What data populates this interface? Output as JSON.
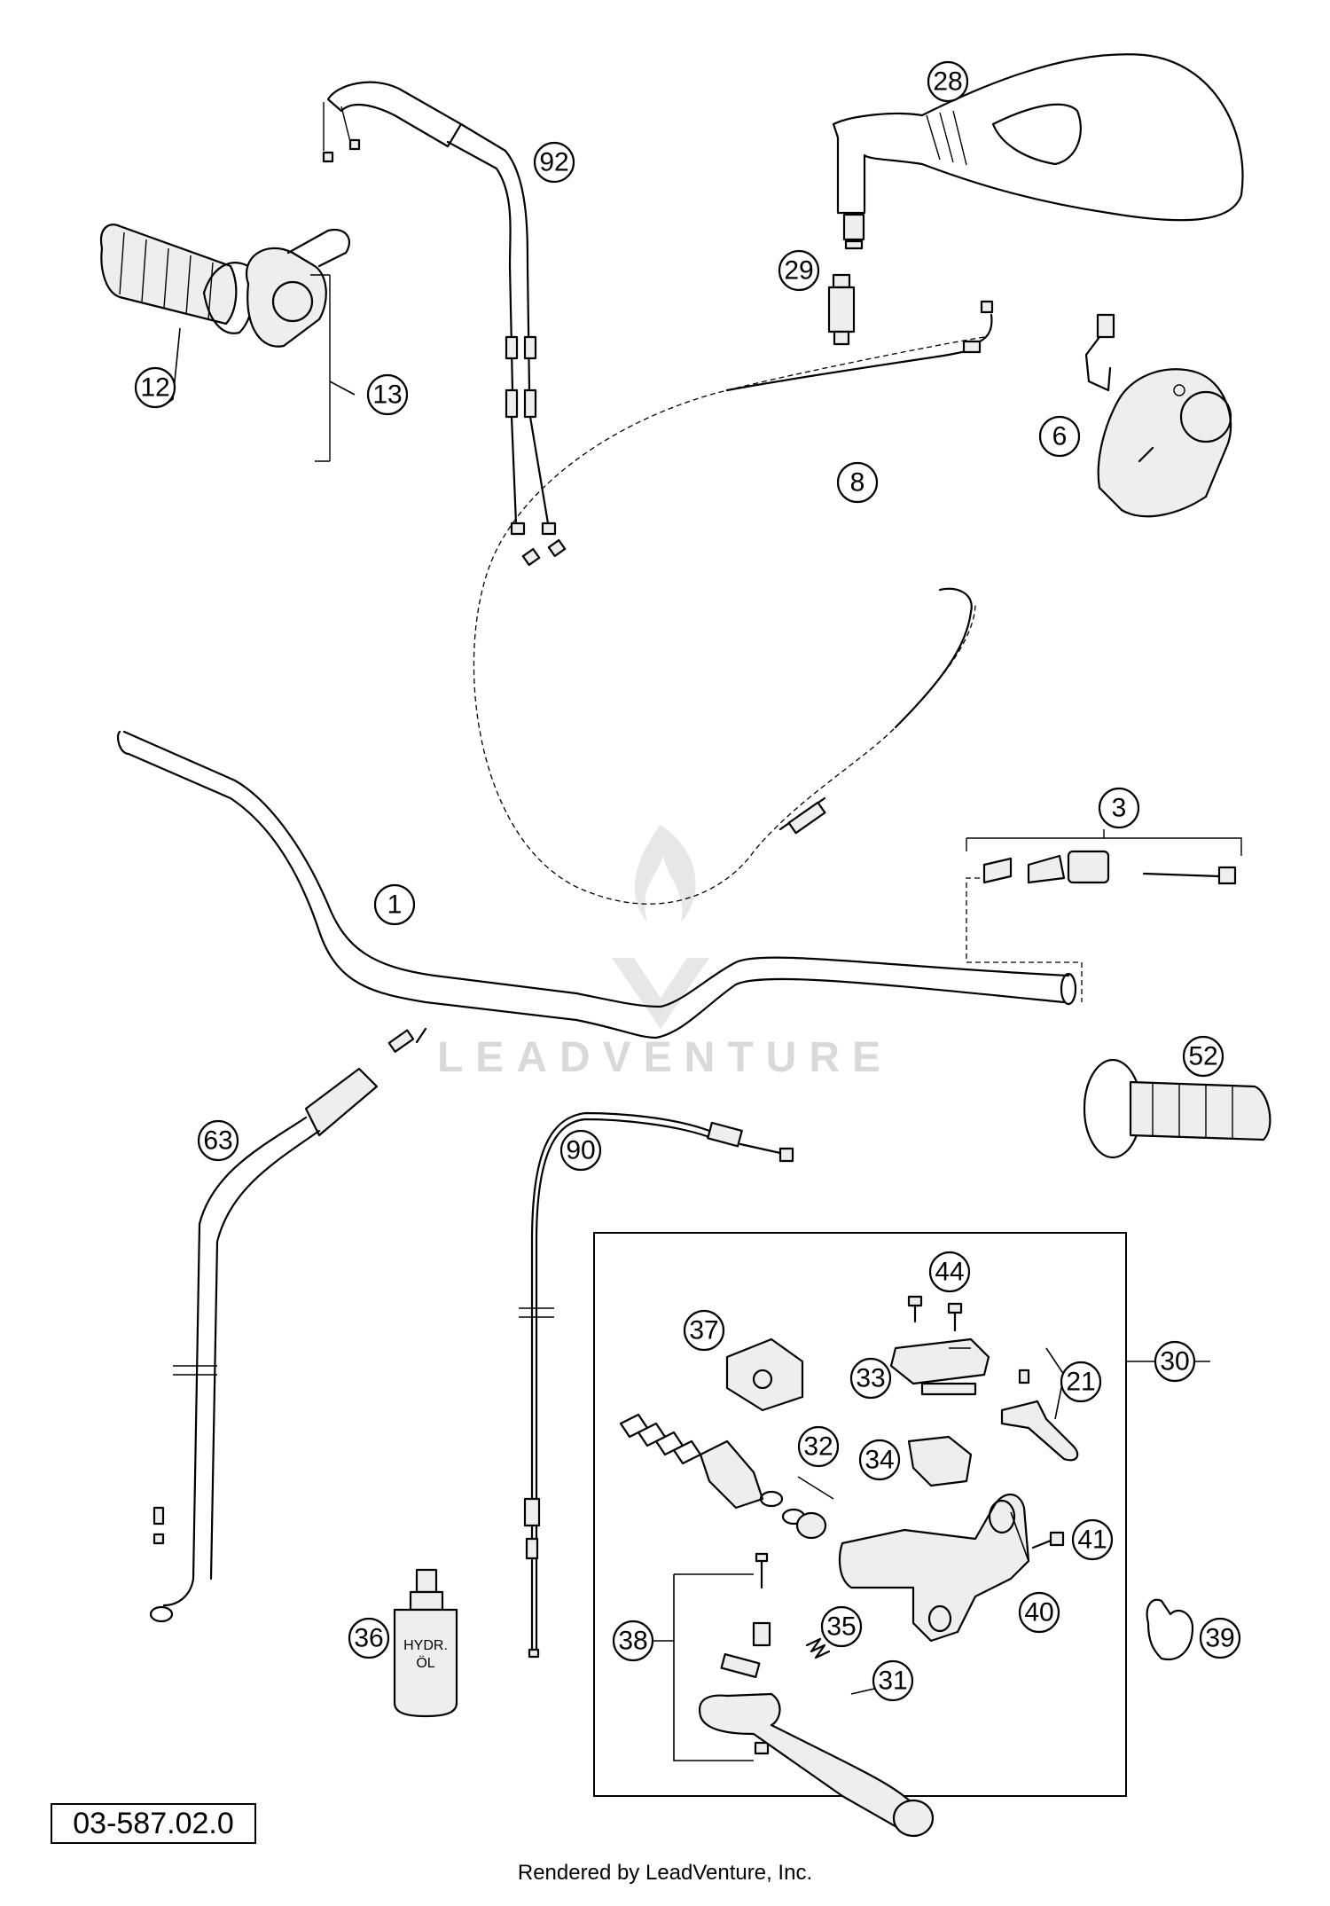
{
  "diagram": {
    "code": "03-587.02.0",
    "footer": "Rendered by LeadVenture, Inc.",
    "watermark": "LEADVENTURE",
    "callouts": [
      "28",
      "92",
      "29",
      "12",
      "13",
      "6",
      "8",
      "3",
      "1",
      "52",
      "63",
      "90",
      "44",
      "37",
      "30",
      "33",
      "21",
      "32",
      "34",
      "41",
      "40",
      "39",
      "36",
      "35",
      "38",
      "31"
    ],
    "parts_colors": {
      "line": "#000000",
      "fill": "#eeeeee",
      "watermark": "#d9d9d9"
    }
  }
}
